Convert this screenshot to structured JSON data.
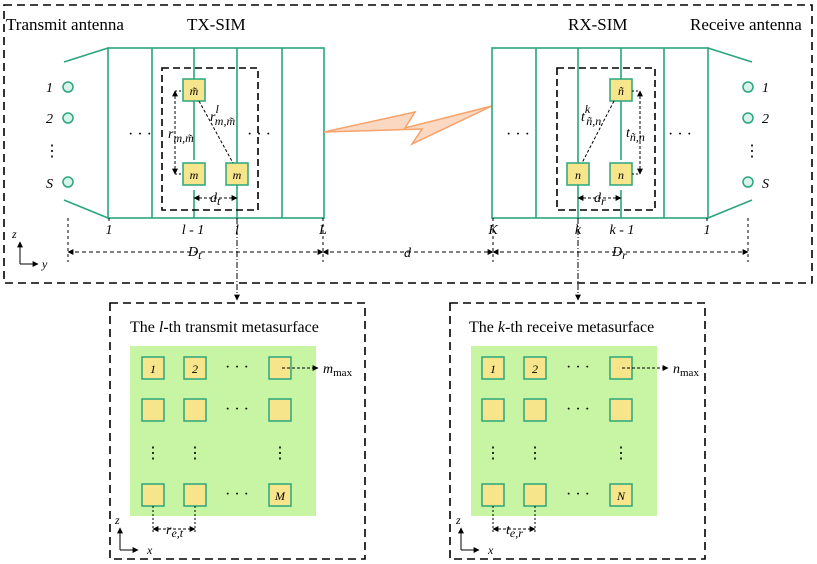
{
  "top": {
    "transmit_antenna": "Transmit antenna",
    "tx_sim": "TX-SIM",
    "rx_sim": "RX-SIM",
    "receive_antenna": "Receive antenna",
    "tx_antennas": [
      "1",
      "2",
      "S"
    ],
    "rx_antennas": [
      "1",
      "2",
      "S"
    ],
    "tx_layer_labels": {
      "first": "1",
      "prev": "l - 1",
      "cur": "l",
      "last": "L"
    },
    "rx_layer_labels": {
      "first": "K",
      "cur": "k",
      "prev": "k - 1",
      "last": "1"
    },
    "tx_cells": {
      "upper": "m̃",
      "lower_left": "m",
      "lower_right": "m"
    },
    "rx_cells": {
      "upper": "ñ",
      "lower_left": "n",
      "lower_right": "n"
    },
    "tx_dist_vertical": "r",
    "tx_dist_vertical_sub": "m,m̃",
    "tx_dist_diag": "r",
    "tx_dist_diag_sup": "l",
    "tx_dist_diag_sub": "m,m̃",
    "tx_spacing": "d",
    "tx_spacing_sub": "t",
    "rx_dist_diag": "t",
    "rx_dist_diag_sup": "k",
    "rx_dist_diag_sub": "ñ,n",
    "rx_dist_vertical": "t",
    "rx_dist_vertical_sub": "ñ,n",
    "rx_spacing": "d",
    "rx_spacing_sub": "r",
    "dt": "D",
    "dt_sub": "t",
    "d": "d",
    "dr": "D",
    "dr_sub": "r",
    "axis_z": "z",
    "axis_y": "y"
  },
  "tx_panel": {
    "title_pre": "The ",
    "title_var": "l",
    "title_post": "-th transmit metasurface",
    "cells": {
      "c1": "1",
      "c2": "2",
      "last": "M"
    },
    "max_label": "m",
    "max_sub": "max",
    "spacing": "r",
    "spacing_sub": "e,t",
    "axis_z": "z",
    "axis_x": "x"
  },
  "rx_panel": {
    "title_pre": "The ",
    "title_var": "k",
    "title_post": "-th receive metasurface",
    "cells": {
      "c1": "1",
      "c2": "2",
      "last": "N"
    },
    "max_label": "n",
    "max_sub": "max",
    "spacing": "t",
    "spacing_sub": "e,r",
    "axis_z": "z",
    "axis_x": "x"
  },
  "dots": {
    "h": "· · ·",
    "v": "⋮",
    "d": "⋯"
  },
  "colors": {
    "teal": "#2aa57e",
    "cell_fill": "#f6e58b",
    "panel_green": "#c8f5a3",
    "link_orange": "#f5a26b"
  }
}
